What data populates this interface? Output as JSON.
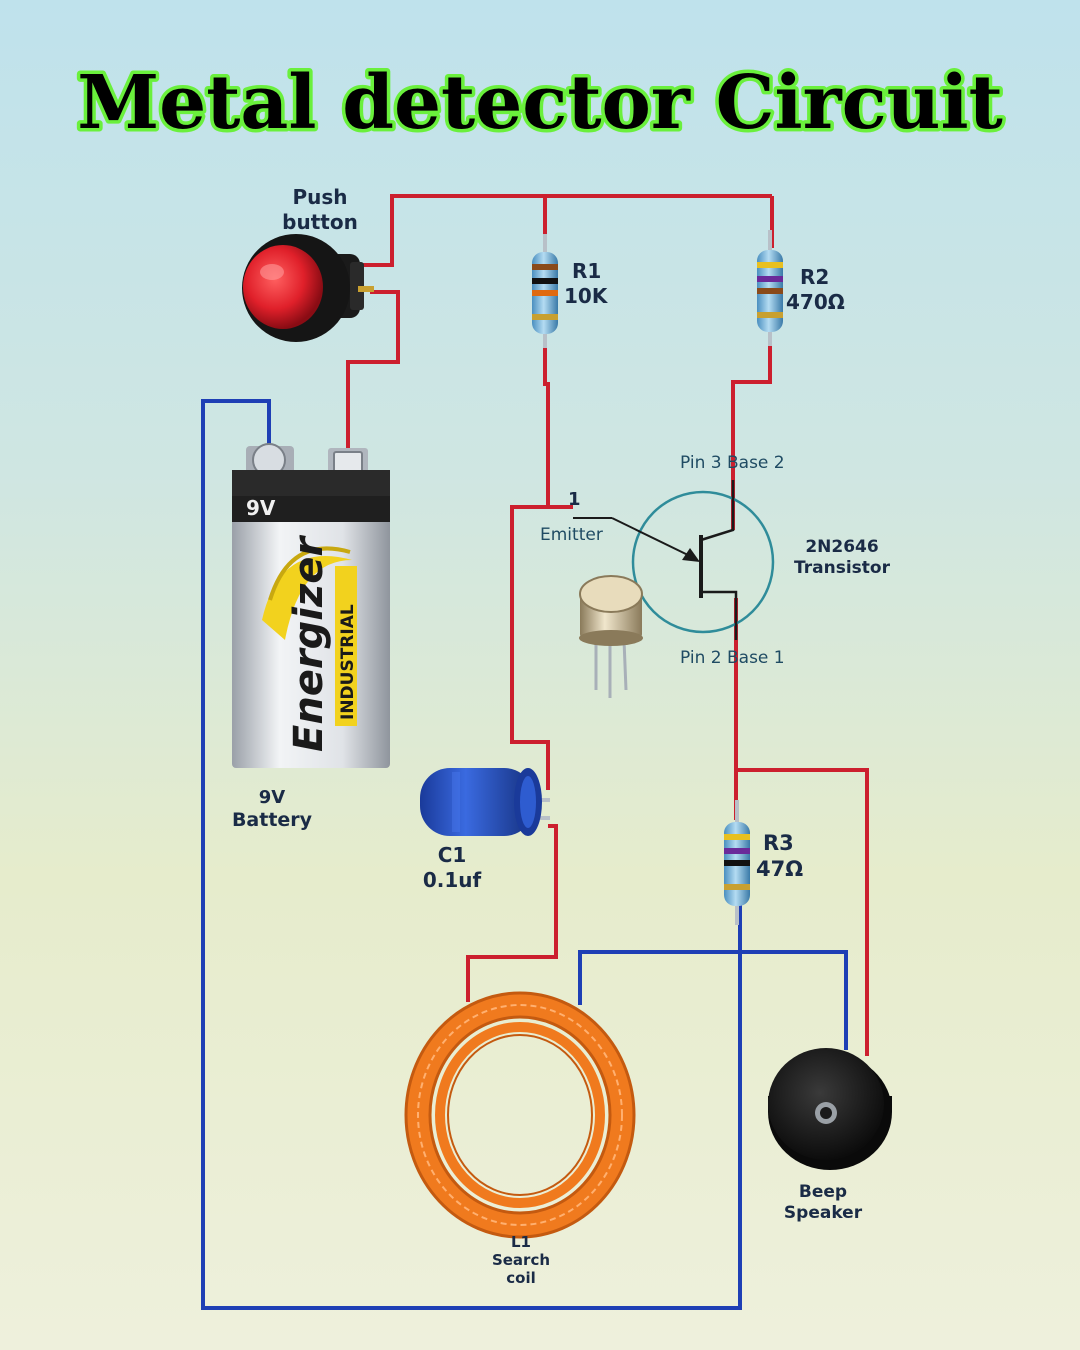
{
  "title": "Metal detector Circuit",
  "components": {
    "push_button": {
      "line1": "Push",
      "line2": "button"
    },
    "r1": {
      "name": "R1",
      "value": "10K"
    },
    "r2": {
      "name": "R2",
      "value": "470Ω"
    },
    "r3": {
      "name": "R3",
      "value": "47Ω"
    },
    "battery": {
      "top_label": "9V",
      "brand": "Energizer",
      "sub_brand": "INDUSTRIAL",
      "line1": "9V",
      "line2": "Battery"
    },
    "transistor": {
      "line1": "2N2646",
      "line2": "Transistor",
      "pin3": "Pin 3  Base 2",
      "pin2": "Pin 2  Base 1",
      "pin1": "1",
      "emitter": "Emitter"
    },
    "capacitor": {
      "name": "C1",
      "value": "0.1uf"
    },
    "coil": {
      "line1": "L1",
      "line2": "Search",
      "line3": "coil"
    },
    "speaker": {
      "line1": "Beep",
      "line2": "Speaker"
    }
  },
  "colors": {
    "wire_positive": "#cc1f2e",
    "wire_negative": "#1e3fb5",
    "title_outline": "#6af03c",
    "coil": "#f07a1e",
    "capacitor": "#2350c8",
    "push_button_cap": "#e0202a"
  }
}
